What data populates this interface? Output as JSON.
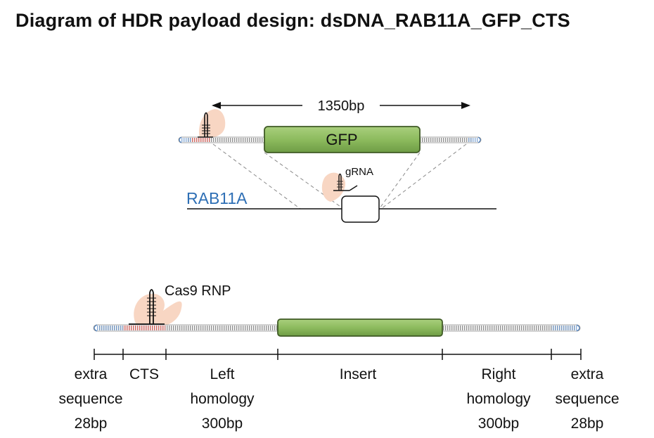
{
  "title": "Diagram of HDR payload design:  dsDNA_RAB11A_GFP_CTS",
  "top_panel": {
    "length_label": "1350bp",
    "insert_label": "GFP",
    "gene_label": "RAB11A",
    "grna_label": "gRNA"
  },
  "bottom_panel": {
    "rnp_label": "Cas9 RNP",
    "segments": [
      {
        "lines": [
          "extra",
          "sequence",
          "28bp"
        ]
      },
      {
        "lines": [
          "CTS"
        ]
      },
      {
        "lines": [
          "Left",
          "homology",
          "300bp"
        ]
      },
      {
        "lines": [
          "Insert"
        ]
      },
      {
        "lines": [
          "Right",
          "homology",
          "300bp"
        ]
      },
      {
        "lines": [
          "extra",
          "sequence",
          "28bp"
        ]
      }
    ]
  },
  "colors": {
    "insert_fill": "#8dbb5e",
    "insert_stroke": "#3f5a25",
    "extra_sequence": "#4a7fc0",
    "cts": "#d9332b",
    "rnp_blob": "#f8d6c3",
    "gene_label": "#2e6fb5"
  }
}
